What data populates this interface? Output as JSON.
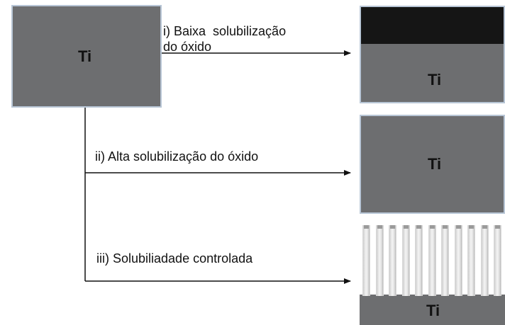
{
  "source": {
    "label": "Ti"
  },
  "paths": [
    {
      "caption_line1": "i) Baixa  solubilização",
      "caption_line2": "do óxido",
      "result_label": "Ti"
    },
    {
      "caption": "ii) Alta solubilização do óxido",
      "result_label": "Ti"
    },
    {
      "caption": "iii) Solubiliadade controlada",
      "result_label": "Ti"
    }
  ],
  "colors": {
    "titanium": "#6d6e70",
    "oxide_layer": "#151515",
    "nanotube": "#e6e6e6",
    "border": "#b8c6d6",
    "arrow": "#111111"
  }
}
